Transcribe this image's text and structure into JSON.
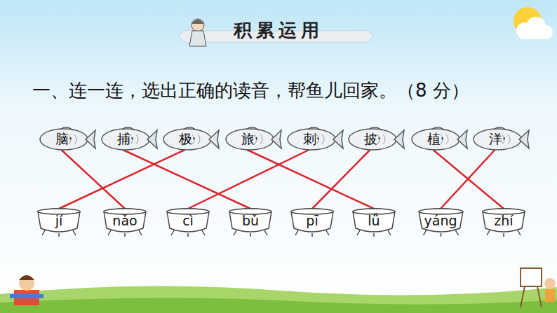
{
  "diagram": {
    "title": "积累运用",
    "nodes": [
      {
        "text": [
          "脑·"
        ]
      },
      {
        "text": [
          "捕·"
        ]
      },
      {
        "text": [
          "极·"
        ]
      },
      {
        "text": [
          "旅·"
        ]
      },
      {
        "text": [
          "刺·"
        ]
      },
      {
        "text": [
          "披·"
        ]
      },
      {
        "text": [
          "植·"
        ]
      },
      {
        "text": [
          "洋·"
        ]
      },
      {
        "text": [
          "jí"
        ]
      },
      {
        "text": [
          "nǎo"
        ]
      },
      {
        "text": [
          "cì"
        ]
      },
      {
        "text": [
          "bǔ"
        ]
      },
      {
        "text": [
          "pī"
        ]
      },
      {
        "text": [
          "lǚ"
        ]
      },
      {
        "text": [
          "yáng"
        ]
      },
      {
        "text": [
          "zhí"
        ]
      }
    ],
    "edges": [
      {
        "from": 0,
        "to": 9,
        "arrow": "none"
      },
      {
        "from": 1,
        "to": 11,
        "arrow": "none"
      },
      {
        "from": 2,
        "to": 8,
        "arrow": "none"
      },
      {
        "from": 3,
        "to": 13,
        "arrow": "none"
      },
      {
        "from": 4,
        "to": 10,
        "arrow": "none"
      },
      {
        "from": 5,
        "to": 12,
        "arrow": "none"
      },
      {
        "from": 6,
        "to": 15,
        "arrow": "none"
      },
      {
        "from": 7,
        "to": 14,
        "arrow": "none"
      }
    ],
    "labels": [
      "一、连一连，选出正确的读音，帮鱼儿回家。（8 分）"
    ]
  }
}
